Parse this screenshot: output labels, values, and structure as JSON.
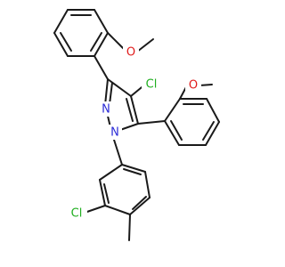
{
  "structure": {
    "labels": {
      "cl_pyrazole": "Cl",
      "n2": "N",
      "n1": "N",
      "o_top": "O",
      "o_right": "O",
      "cl_aryl": "Cl"
    },
    "colors": {
      "bond": "#1a1a1a",
      "chlorine": "#1fae1f",
      "nitrogen": "#2b2bd6",
      "oxygen": "#e01b1b"
    }
  }
}
